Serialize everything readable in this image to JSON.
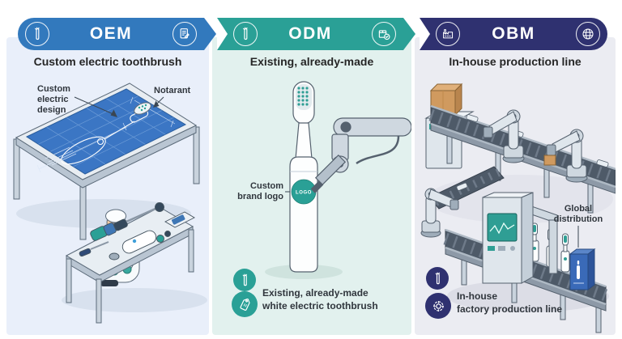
{
  "colors": {
    "oem_blue": "#3279bd",
    "odm_teal": "#2aa096",
    "obm_navy": "#2f3170",
    "oem_panel_bg": "#e9effa",
    "odm_panel_bg": "#e2f1ee",
    "obm_panel_bg": "#ebecf2",
    "blueprint_blue": "#3b76c4",
    "logo_badge_teal": "#2aa096",
    "distribution_box_blue": "#3a6ab8"
  },
  "panels": {
    "oem": {
      "header": {
        "label": "OEM",
        "left_icon": "electric-toothbrush",
        "right_icon": "document-edit"
      },
      "title": "Custom electric toothbrush",
      "labels": {
        "design": "Custom\nelectric\ndesign",
        "head": "Notarant"
      }
    },
    "odm": {
      "header": {
        "label": "ODM",
        "left_icon": "electric-toothbrush",
        "right_icon": "package-check"
      },
      "title": "Existing, already-made",
      "labels": {
        "logo": "Custom\nbrand logo",
        "logo_badge": "LOGO"
      },
      "footer": {
        "icon1": "electric-toothbrush",
        "icon2": "price-tag",
        "text": "Existing, already-made\nwhite electric toothbrush"
      }
    },
    "obm": {
      "header": {
        "label": "OBM",
        "left_icon": "factory",
        "right_icon": "globe"
      },
      "title": "In-house production line",
      "labels": {
        "distribution": "Global\ndistribution"
      },
      "footer": {
        "icon1": "electric-toothbrush",
        "icon2": "gear",
        "text": "In-house\nfactory production line"
      }
    }
  }
}
